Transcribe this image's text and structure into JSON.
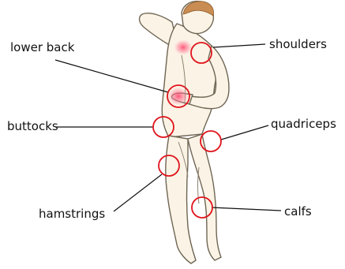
{
  "labels": {
    "lower_back": "lower back",
    "shoulders": "shoulders",
    "buttocks": "buttocks",
    "quadriceps": "quadriceps",
    "hamstrings": "hamstrings",
    "calfs": "calfs"
  },
  "colors": {
    "marker": "#e0141c",
    "pain_glow": "#ff6b8a",
    "skin": "#fbf4e6",
    "outline": "#6f6554",
    "hair": "#c98c52",
    "leader_line": "#111111",
    "background": "#ffffff"
  },
  "icons": {
    "figure": "human-figure-back-view"
  }
}
